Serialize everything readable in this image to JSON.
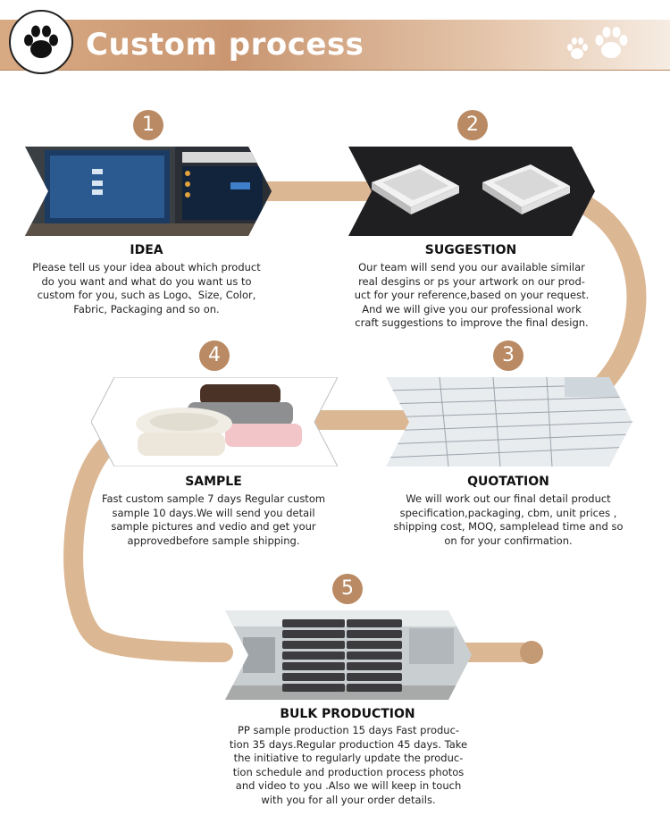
{
  "header": {
    "title": "Custom process",
    "logo_icon": "paw-icon",
    "decor_icon": "paw-prints-icon"
  },
  "colors": {
    "accent": "#c49a74",
    "badge": "#b98a63",
    "path": "#dcb793"
  },
  "steps": [
    {
      "number": "1",
      "title": "IDEA",
      "image": "cnc-machine-screen-photo",
      "description": "Please tell us your idea about which product\ndo you want and what do you want us to\ncustom for you, such as Logo、Size, Color,\nFabric, Packaging and so on."
    },
    {
      "number": "2",
      "title": "SUGGESTION",
      "image": "3d-bed-render",
      "description": "Our team will send you our available similar\nreal desgins or ps your artwork on our prod-\nuct for your reference,based on your request.\nAnd we will give you our professional work\ncraft suggestions to improve the final design."
    },
    {
      "number": "3",
      "title": "QUOTATION",
      "image": "quotation-sheet-photo",
      "description": "We will work out our final detail product\nspecification,packaging, cbm, unit prices ,\nshipping cost, MOQ, samplelead time and so\non for your confirmation."
    },
    {
      "number": "4",
      "title": "SAMPLE",
      "image": "pet-bed-samples-photo",
      "description": "Fast custom sample 7 days Regular custom\nsample 10 days.We will send you detail\nsample pictures and vedio and get your\napprovedbefore sample shipping."
    },
    {
      "number": "5",
      "title": "BULK PRODUCTION",
      "image": "factory-stack-photo",
      "description": "PP sample production 15 days Fast produc-\ntion 35 days.Regular production 45 days. Take\nthe initiative to regularly update the produc-\ntion schedule and production process photos\nand video to you .Also we will keep in touch\nwith you for all your order details."
    }
  ]
}
